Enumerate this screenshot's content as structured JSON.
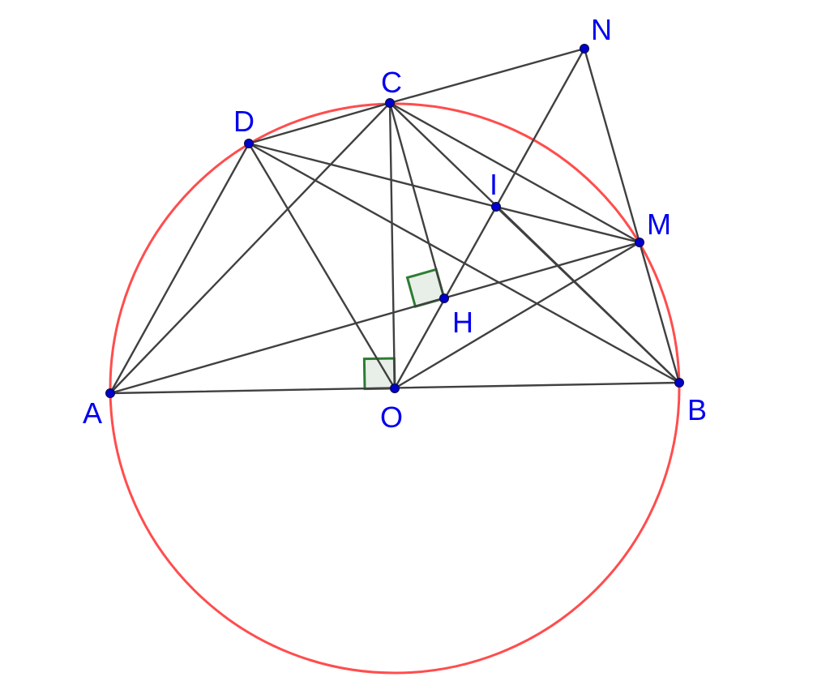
{
  "colors": {
    "circle": "#ff4d4d",
    "segment": "#404040",
    "point": "#0000cc",
    "label": "#0000ee",
    "right_angle_stroke": "#2e7d32",
    "right_angle_fill": "#e8eee8"
  },
  "points": [
    {
      "id": "A",
      "label": "A"
    },
    {
      "id": "B",
      "label": "B"
    },
    {
      "id": "C",
      "label": "C"
    },
    {
      "id": "D",
      "label": "D"
    },
    {
      "id": "M",
      "label": "M"
    },
    {
      "id": "N",
      "label": "N"
    },
    {
      "id": "I",
      "label": "I"
    },
    {
      "id": "H",
      "label": "H"
    },
    {
      "id": "O",
      "label": "O"
    }
  ],
  "segments": [
    [
      "A",
      "B"
    ],
    [
      "A",
      "D"
    ],
    [
      "A",
      "C"
    ],
    [
      "A",
      "M"
    ],
    [
      "D",
      "C"
    ],
    [
      "D",
      "O"
    ],
    [
      "D",
      "I"
    ],
    [
      "D",
      "B"
    ],
    [
      "C",
      "N"
    ],
    [
      "C",
      "O"
    ],
    [
      "C",
      "H"
    ],
    [
      "C",
      "M"
    ],
    [
      "C",
      "B"
    ],
    [
      "N",
      "M"
    ],
    [
      "N",
      "O"
    ],
    [
      "I",
      "M"
    ],
    [
      "I",
      "B"
    ],
    [
      "O",
      "M"
    ],
    [
      "M",
      "B"
    ]
  ],
  "right_angles": [
    {
      "vertex": "O",
      "arm1": "A",
      "arm2": "C"
    },
    {
      "vertex": "H",
      "arm1": "A",
      "arm2": "C"
    }
  ]
}
